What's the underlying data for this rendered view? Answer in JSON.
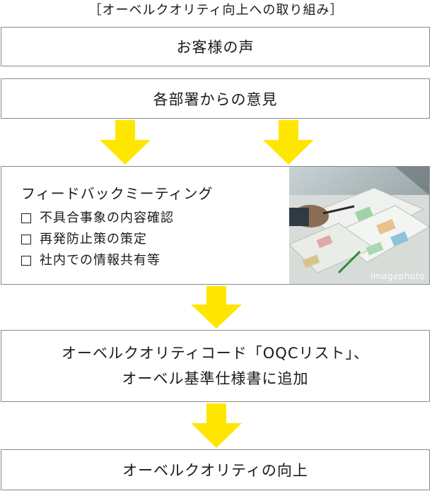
{
  "title": "［オーベルクオリティ向上への取り組み］",
  "steps": {
    "customer_voice": "お客様の声",
    "department_opinions": "各部署からの意見",
    "feedback_meeting": {
      "title": "フィードバックミーティング",
      "items": [
        "不具合事象の内容確認",
        "再発防止策の策定",
        "社内での情報共有等"
      ],
      "photo_watermark": "imagephoto"
    },
    "quality_code": {
      "line1": "オーベルクオリティコード「OQCリスト」、",
      "line2": "オーベル基準仕様書に追加"
    },
    "quality_improvement": "オーベルクオリティの向上"
  },
  "colors": {
    "arrow": "#ffe600",
    "border": "#8a8a8a",
    "text": "#1a1a1a"
  }
}
